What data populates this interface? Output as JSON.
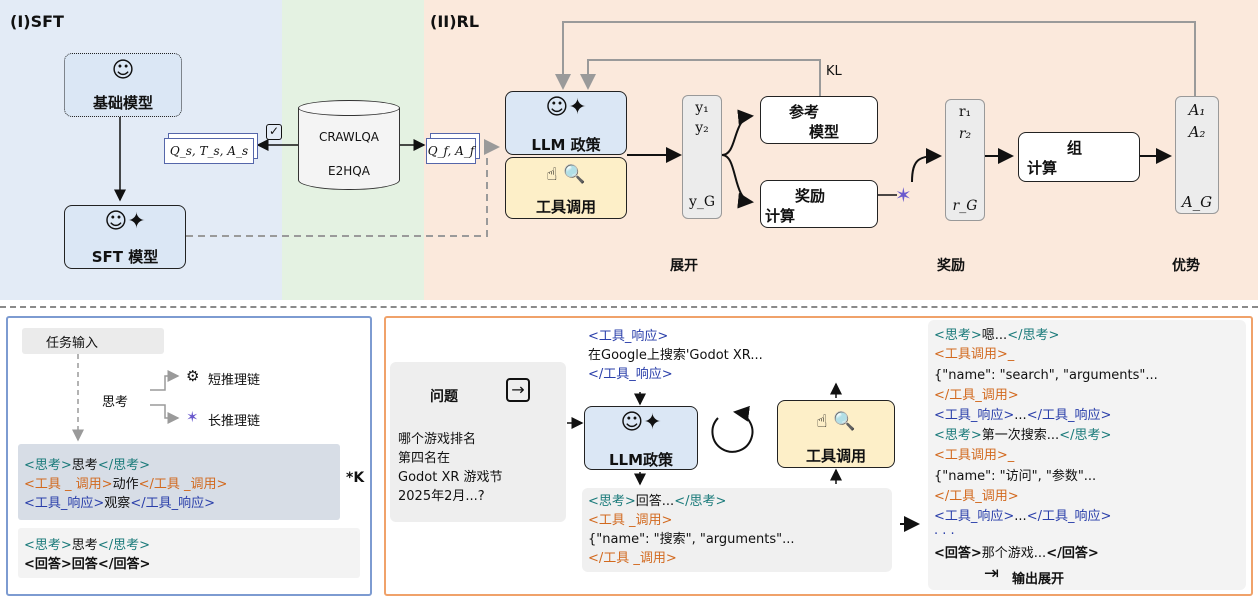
{
  "top": {
    "sft": {
      "title": "(I)SFT",
      "base_model": "基础模型",
      "sft_model": "SFT 模型",
      "dataset_1": "CRAWLQA",
      "dataset_2": "E2HQA",
      "qts_label": "Q_s, T_s, A_s",
      "qf_label": "Q_f, A_f"
    },
    "rl": {
      "title": "(II)RL",
      "policy": "LLM 政策",
      "tool_call": "工具调用",
      "outputs": [
        "y₁",
        "y₂",
        "y_G"
      ],
      "ref_model_1": "参考",
      "ref_model_2": "模型",
      "kl": "KL",
      "reward_model_1": "奖励",
      "reward_model_2": "计算",
      "rewards": [
        "r₁",
        "r₂",
        "r_G"
      ],
      "group_1": "组",
      "group_2": "计算",
      "advantages": [
        "A₁",
        "A₂",
        "A_G"
      ],
      "label_rollout": "展开",
      "label_reward": "奖励",
      "label_adv": "优势"
    }
  },
  "bottom_left": {
    "task_input": "任务输入",
    "think": "思考",
    "short_chain": "短推理链",
    "long_chain": "长推理链",
    "k_label": "*K",
    "seq_lines": [
      [
        "<思考>",
        "思考",
        "</思考>"
      ],
      [
        "<工具 _ 调用>",
        "动作",
        "</工具       _调用>"
      ],
      [
        "<工具_响应>",
        "观察",
        "</工具_响应>"
      ]
    ],
    "final_line_1": [
      "<思考>",
      "思考",
      "</思考>"
    ],
    "final_line_2": [
      "<回答>",
      "回答",
      "</回答>"
    ]
  },
  "bottom_right": {
    "question_label": "问题",
    "question_text": [
      "哪个游戏排名",
      "第四名在",
      "Godot XR 游戏节",
      "2025年2月...?"
    ],
    "resp_open": "<工具_响应>",
    "resp_text": "在Google上搜索'Godot XR...",
    "resp_close": "</工具_响应>",
    "policy": "LLM政策",
    "tool_call": "工具调用",
    "think_open": "<思考>",
    "think_text": "回答...",
    "think_close": "</思考>",
    "call_open": "<工具 _调用>",
    "call_args": "{\"name\": \"搜索\", \"arguments\"...",
    "call_close": "</工具 _调用>",
    "out_lines": [
      {
        "c": "teal",
        "t": "<思考>"
      },
      {
        "c": "blk",
        "t": "嗯..."
      },
      {
        "c": "teal",
        "t": "</思考>"
      }
    ],
    "out_l2": "<工具调用>_",
    "out_l3": "{\"name\": \"search\", \"arguments\"...",
    "out_l4": "</工具_调用>",
    "out_l5a": "<工具_响应>",
    "out_l5b": "...",
    "out_l5c": "</工具_响应>",
    "out_l6a": "<思考>",
    "out_l6b": "第一次搜索...",
    "out_l6c": "</思考>",
    "out_l7": "<工具调用>_",
    "out_l8": "{\"name\": \"访问\", \"参数\"...",
    "out_l9": "</工具_调用>",
    "out_l10a": "<工具_响应>",
    "out_l10b": "...",
    "out_l10c": "</工具_响应>",
    "out_dots": "· · ·",
    "out_l11a": "<回答>",
    "out_l11b": "那个游戏...",
    "out_l11c": "</回答>",
    "output_rollout": "输出展开"
  },
  "colors": {
    "sft_bg": "#e3ebf6",
    "data_bg": "#e4f2e2",
    "rl_bg": "#fbe9dc",
    "policy_blue": "#dbe7f5",
    "tool_yellow": "#fdefc8",
    "tag_teal": "#1a7a7a",
    "tag_orange": "#d2691e",
    "tag_blue": "#2a3faa",
    "left_border": "#7d9bd1",
    "right_border": "#f0a26a"
  }
}
